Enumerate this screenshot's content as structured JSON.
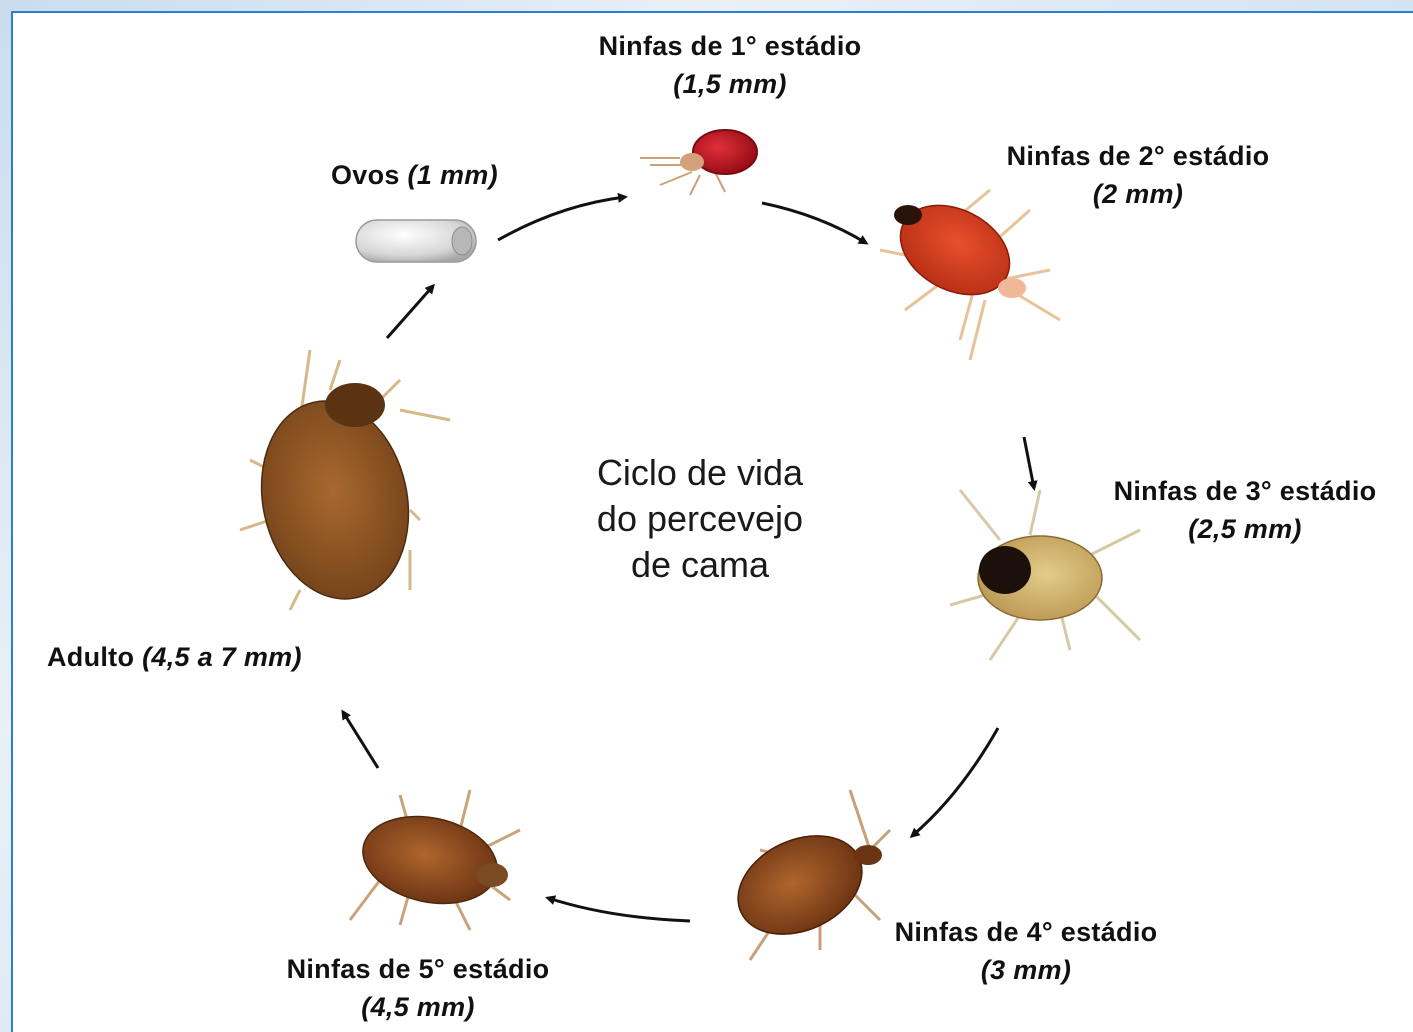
{
  "diagram": {
    "center_title": "Ciclo de vida\ndo percevejo\nde cama",
    "stages": [
      {
        "name": "Ovos",
        "size": "(1 mm)"
      },
      {
        "name": "Ninfas de 1° estádio",
        "size": "(1,5 mm)"
      },
      {
        "name": "Ninfas de 2° estádio",
        "size": "(2 mm)"
      },
      {
        "name": "Ninfas de 3° estádio",
        "size": "(2,5 mm)"
      },
      {
        "name": "Ninfas de 4° estádio",
        "size": "(3 mm)"
      },
      {
        "name": "Ninfas de 5° estádio",
        "size": "(4,5 mm)"
      },
      {
        "name": "Adulto",
        "size": "(4,5 a 7 mm)"
      }
    ]
  }
}
